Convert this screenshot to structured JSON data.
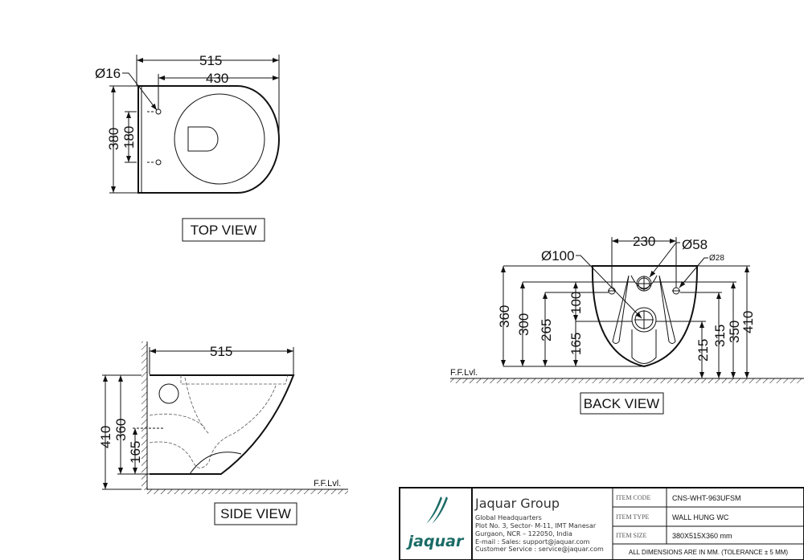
{
  "top_view": {
    "label": "TOP VIEW",
    "dims": {
      "length": "515",
      "hole_distance": "430",
      "hole_dia": "Ø16",
      "width": "380",
      "hole_spacing": "180"
    }
  },
  "side_view": {
    "label": "SIDE VIEW",
    "floor": "F.F.Lvl.",
    "dims": {
      "length": "515",
      "height_total": "410",
      "height_body": "360",
      "outlet": "165"
    }
  },
  "back_view": {
    "label": "BACK VIEW",
    "floor": "F.F.Lvl.",
    "dims": {
      "bolt_spacing": "230",
      "inlet_dia": "Ø58",
      "bolt_dia": "Ø28",
      "outlet_dia": "Ø100",
      "h360": "360",
      "h300": "300",
      "h265": "265",
      "h100": "100",
      "h165": "165",
      "h215": "215",
      "h315": "315",
      "h350": "350",
      "h410": "410"
    }
  },
  "title_block": {
    "logo_text": "jaquar",
    "brand_color": "#1a6b66",
    "company": "Jaquar Group",
    "address": [
      "Global Headquarters",
      "Plot No. 3, Sector- M-11, IMT Manesar",
      "Gurgaon, NCR – 122050, India",
      "E-mail :  Sales:  support@jaquar.com",
      "Customer Service  :  service@jaquar.com"
    ],
    "rows": [
      {
        "label": "ITEM CODE",
        "value": "CNS-WHT-963UFSM"
      },
      {
        "label": "ITEM TYPE",
        "value": "WALL HUNG WC"
      },
      {
        "label": "ITEM SIZE",
        "value": "380X515X360 mm"
      }
    ],
    "note": "ALL DIMENSIONS ARE IN MM. (TOLERANCE ± 5 MM)"
  }
}
